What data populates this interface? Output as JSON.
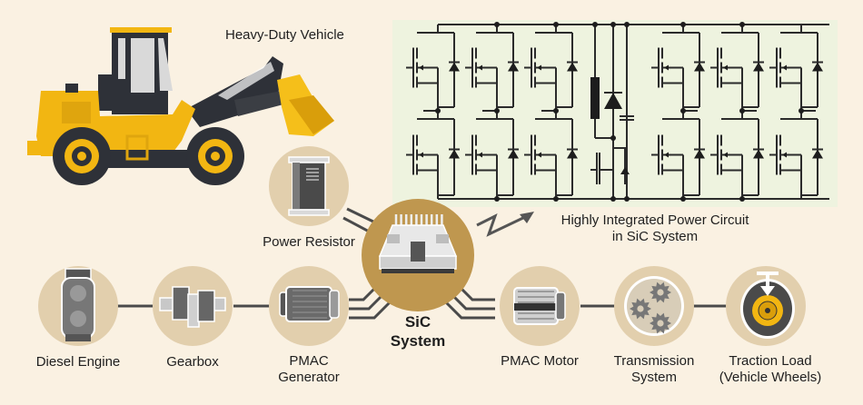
{
  "colors": {
    "background": "#faf1e2",
    "circle": "#e2cfad",
    "sic_circle": "#bf974f",
    "circuit_bg": "#eef3df",
    "wire": "#4a4a4a",
    "vehicle_yellow": "#f2b612",
    "vehicle_dark": "#2e3138",
    "text": "#1f1f1f"
  },
  "vehicle": {
    "label": "Heavy-Duty Vehicle",
    "icon": "wheel-loader-icon"
  },
  "circuit": {
    "caption_line1": "Highly Integrated Power Circuit",
    "caption_line2": "in SiC System",
    "icon": "power-circuit-schematic"
  },
  "center": {
    "label_line1": "SiC",
    "label_line2": "System",
    "icon": "sic-module-icon"
  },
  "power_resistor": {
    "label": "Power Resistor",
    "icon": "resistor-cabinet-icon"
  },
  "chain": [
    {
      "id": "diesel-engine",
      "label_line1": "Diesel Engine",
      "label_line2": "",
      "icon": "engine-icon"
    },
    {
      "id": "gearbox",
      "label_line1": "Gearbox",
      "label_line2": "",
      "icon": "gearbox-icon"
    },
    {
      "id": "pmac-generator",
      "label_line1": "PMAC",
      "label_line2": "Generator",
      "icon": "generator-icon"
    },
    {
      "id": "pmac-motor",
      "label_line1": "PMAC Motor",
      "label_line2": "",
      "icon": "motor-icon"
    },
    {
      "id": "transmission",
      "label_line1": "Transmission",
      "label_line2": "System",
      "icon": "planetary-gear-icon"
    },
    {
      "id": "traction-load",
      "label_line1": "Traction Load",
      "label_line2": "(Vehicle Wheels)",
      "icon": "wheel-load-icon"
    }
  ]
}
